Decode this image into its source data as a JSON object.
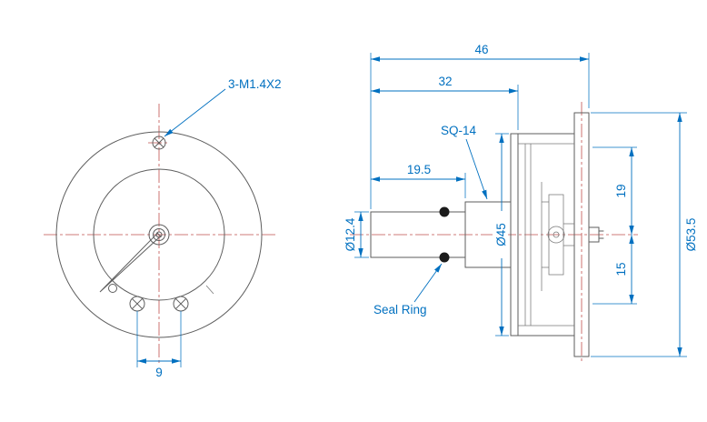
{
  "drawing": {
    "colors": {
      "dimension_blue": "#0070c0",
      "centerline_red": "#c0504d",
      "geometry_gray": "#5e5e5e",
      "background": "#ffffff"
    },
    "front_view": {
      "screw_label": "3-M1.4X2",
      "screw_spacing": "9"
    },
    "side_view": {
      "overall_length": "46",
      "body_length": "32",
      "shaft_length": "19.5",
      "shaft_diameter": "Ø12.4",
      "square_label": "SQ-14",
      "case_diameter": "Ø45",
      "upper_extent": "19",
      "lower_extent": "15",
      "flange_diameter": "Ø53.5",
      "seal_ring_label": "Seal Ring"
    }
  }
}
